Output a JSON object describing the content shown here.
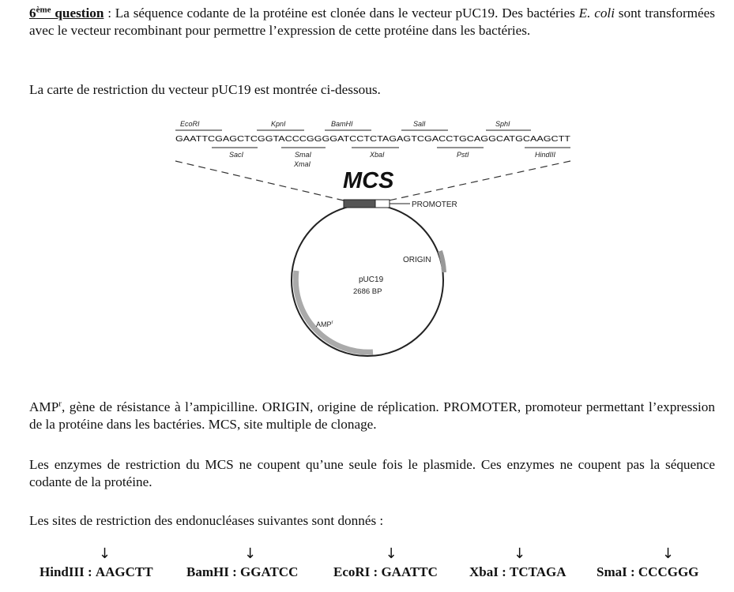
{
  "question": {
    "label": "6ème question",
    "label_main": "6",
    "label_sup": "ème",
    "label_rest": " question",
    "text_1": " : La séquence codante de la protéine est clonée dans le vecteur pUC19. Des bactéries ",
    "text_italic": "E. coli",
    "text_2": " sont transformées avec le vecteur recombinant pour permettre l’expression de cette protéine dans les bactéries."
  },
  "map_intro": "La carte de restriction du vecteur pUC19 est montrée ci-dessous.",
  "diagram": {
    "sequence": "GAATTCGAGCTCGGTACCCGGGGATCCTCTAGAGTCGACCTGCAGGCATGCAAGCTT",
    "top_sites": [
      "EcoRI",
      "KpnI",
      "BamHI",
      "SalI",
      "SphI"
    ],
    "bottom_sites": [
      "SacI",
      "SmaI",
      "XmaI",
      "XbaI",
      "PstI",
      "HindIII"
    ],
    "mcs_label": "MCS",
    "promoter_label": "PROMOTER",
    "origin_label": "ORIGIN",
    "plasmid_name": "pUC19",
    "plasmid_size": "2686 BP",
    "amp_label": "AMP",
    "amp_sup": "r"
  },
  "legend": {
    "amp": "AMP",
    "amp_sup": "r",
    "text": ", gène de résistance à l’ampicilline. ORIGIN, origine de réplication. PROMOTER, promoteur permettant l’expression de la protéine dans les bactéries. MCS, site multiple de clonage."
  },
  "enzymes_note": "Les enzymes de restriction du MCS ne coupent qu’une seule fois le plasmide. Ces enzymes ne coupent pas la séquence codante de la protéine.",
  "sites_intro": "Les sites de restriction des endonucléases suivantes sont donnés :",
  "restriction_sites": [
    {
      "name": "HindIII : ",
      "seq": "AAGCTT",
      "cut_after": 1
    },
    {
      "name": "BamHI : ",
      "seq": "GGATCC",
      "cut_after": 1
    },
    {
      "name": "EcoRI : ",
      "seq": "GAATTC",
      "cut_after": 1
    },
    {
      "name": "XbaI : ",
      "seq": "TCTAGA",
      "cut_after": 1
    },
    {
      "name": "SmaI : ",
      "seq": "CCCGGG",
      "cut_after": 3
    }
  ],
  "arrow_glyph": "↓"
}
